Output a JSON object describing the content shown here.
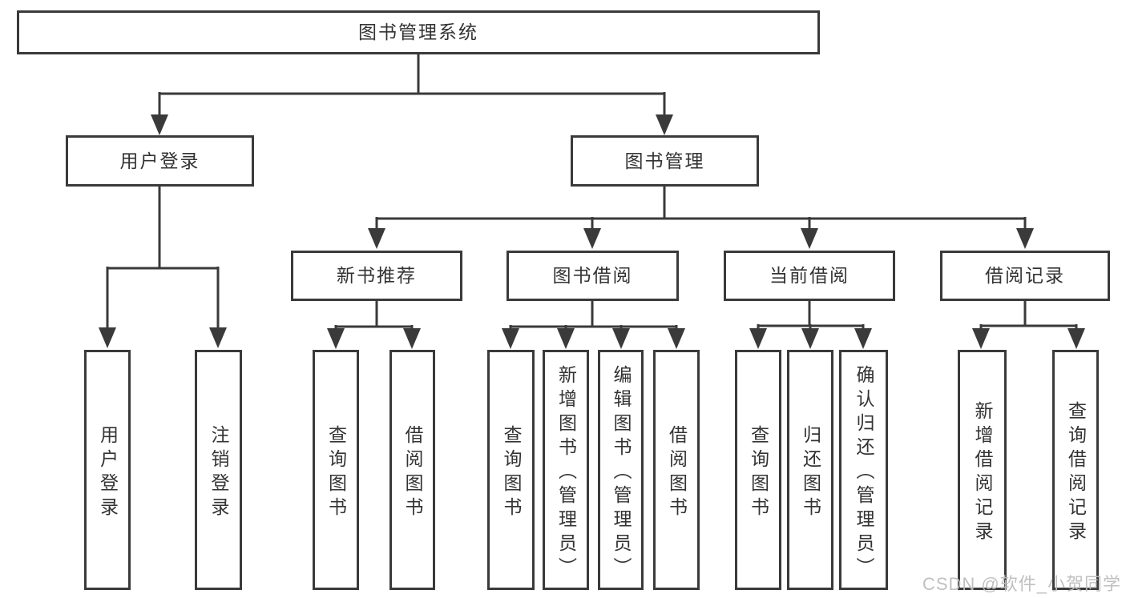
{
  "diagram": {
    "root": {
      "label": "图书管理系统"
    },
    "modules": [
      {
        "label": "用户登录",
        "leaves": [
          {
            "label": "用户登录"
          },
          {
            "label": "注销登录"
          }
        ]
      },
      {
        "label": "图书管理",
        "submodules": [
          {
            "label": "新书推荐",
            "leaves": [
              {
                "label": "查询图书"
              },
              {
                "label": "借阅图书"
              }
            ]
          },
          {
            "label": "图书借阅",
            "leaves": [
              {
                "label": "查询图书"
              },
              {
                "label": "新增图书（管理员）"
              },
              {
                "label": "编辑图书（管理员）"
              },
              {
                "label": "借阅图书"
              }
            ]
          },
          {
            "label": "当前借阅",
            "leaves": [
              {
                "label": "查询图书"
              },
              {
                "label": "归还图书"
              },
              {
                "label": "确认归还（管理员）"
              }
            ]
          },
          {
            "label": "借阅记录",
            "leaves": [
              {
                "label": "新增借阅记录"
              },
              {
                "label": "查询借阅记录"
              }
            ]
          }
        ]
      }
    ]
  },
  "watermark": "CSDN @软件_小贺同学",
  "colors": {
    "line": "#3a3a3a",
    "text": "#333333",
    "watermark": "#bdbdbd",
    "background": "#ffffff"
  }
}
